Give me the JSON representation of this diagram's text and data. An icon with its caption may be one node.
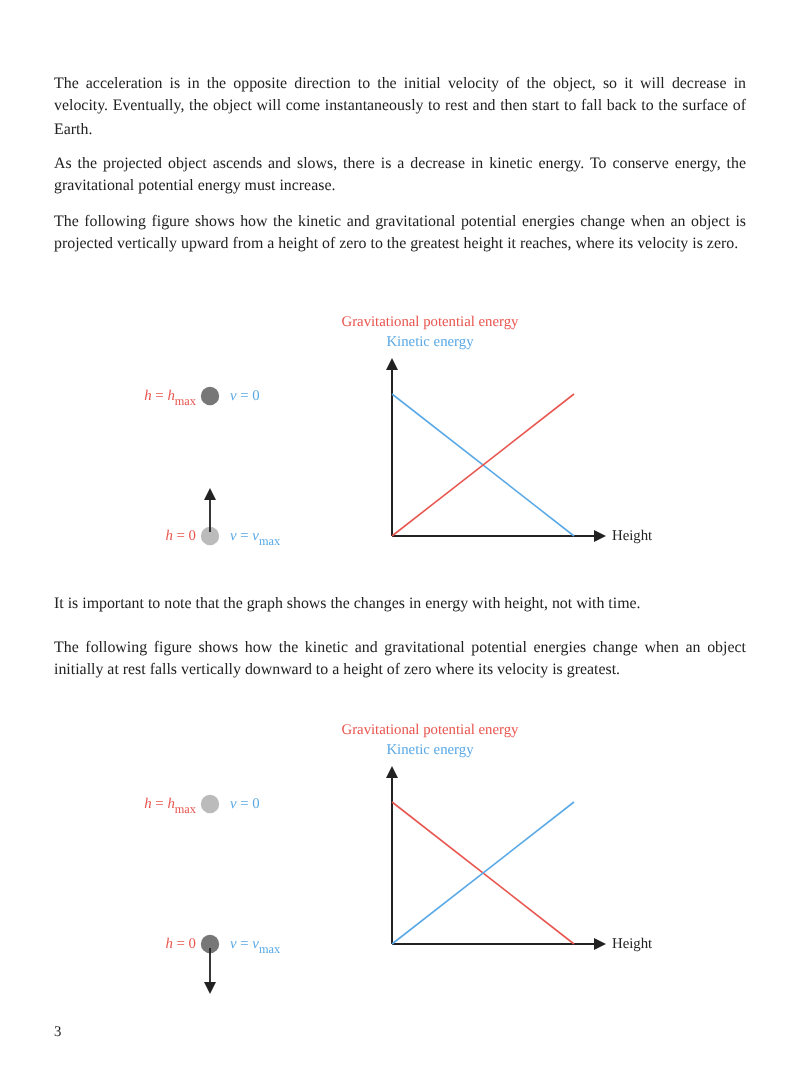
{
  "diagram": {
    "labels": [
      "The acceleration is in the opposite direction to the initial velocity of the object, so it will decrease in velocity. Eventually, the object will come instantaneously to rest and then start to fall back to the surface of Earth.",
      "As the projected object ascends and slows, there is a decrease in kinetic energy. To conserve energy, the gravitational potential energy must increase.",
      "The following figure shows how the kinetic and gravitational potential energies change when an object is projected vertically upward from a height of zero to the greatest height it reaches, where its velocity is zero.",
      "Gravitational potential energy",
      "Kinetic energy",
      "*h* = *h*$_{max}$",
      "*v* = 0",
      "*h* = 0",
      "*v* = *v*$_{max}$",
      "Height",
      "It is important to note that the graph shows the changes in energy with height, not with time.",
      "The following figure shows how the kinetic and gravitational potential energies change when an object initially at rest falls vertically downward to a height of zero where its velocity is greatest.",
      "Gravitational potential energy",
      "Kinetic energy",
      "*h* = *h*$_{max}$",
      "*v* = 0",
      "*h* = 0",
      "*v* = *v*$_{max}$",
      "Height",
      "3"
    ]
  }
}
